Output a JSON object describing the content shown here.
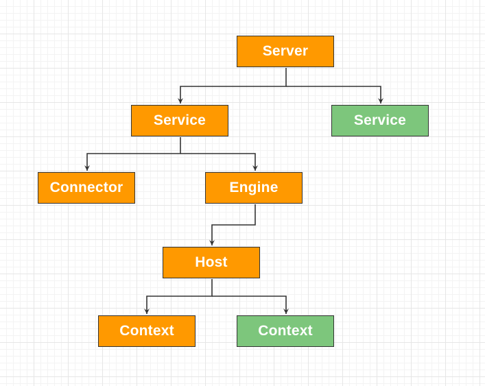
{
  "diagram": {
    "colors": {
      "primary": "#ff9900",
      "secondary": "#7dc67c",
      "border": "#333333",
      "text": "#ffffff",
      "connector": "#333333"
    },
    "nodes": {
      "server": {
        "label": "Server",
        "color": "primary"
      },
      "service_main": {
        "label": "Service",
        "color": "primary"
      },
      "service_other": {
        "label": "Service",
        "color": "secondary"
      },
      "connector": {
        "label": "Connector",
        "color": "primary"
      },
      "engine": {
        "label": "Engine",
        "color": "primary"
      },
      "host": {
        "label": "Host",
        "color": "primary"
      },
      "context_main": {
        "label": "Context",
        "color": "primary"
      },
      "context_other": {
        "label": "Context",
        "color": "secondary"
      }
    },
    "edges": [
      {
        "from": "server",
        "to": "service_main"
      },
      {
        "from": "server",
        "to": "service_other"
      },
      {
        "from": "service_main",
        "to": "connector"
      },
      {
        "from": "service_main",
        "to": "engine"
      },
      {
        "from": "engine",
        "to": "host"
      },
      {
        "from": "host",
        "to": "context_main"
      },
      {
        "from": "host",
        "to": "context_other"
      }
    ]
  }
}
